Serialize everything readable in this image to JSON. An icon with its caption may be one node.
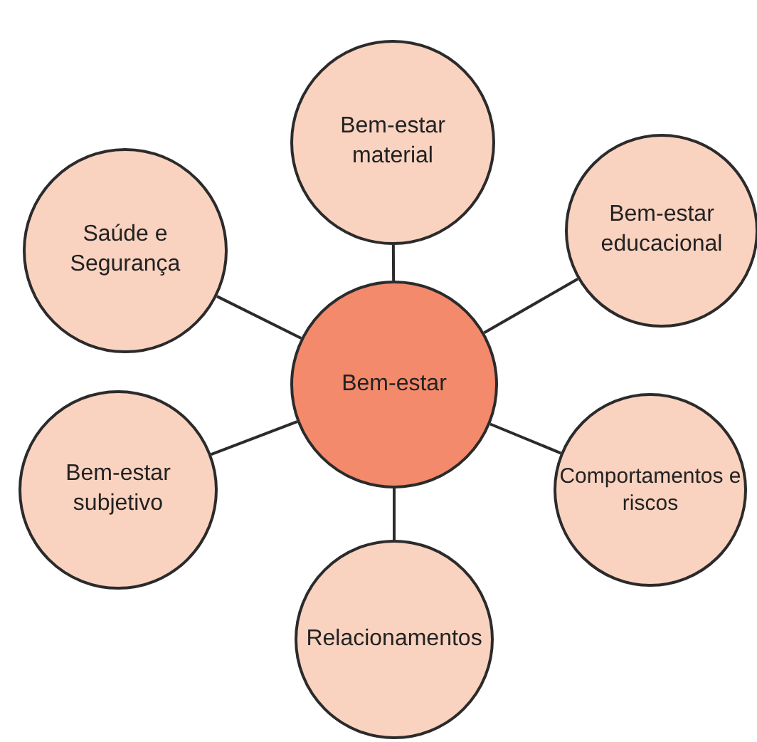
{
  "diagram": {
    "nodes": [
      {
        "text": [
          "Bem-estar material"
        ]
      },
      {
        "text": [
          "Saúde e Segurança"
        ]
      },
      {
        "text": [
          "Bem-estar educacional"
        ]
      },
      {
        "text": [
          "Bem-estar"
        ]
      },
      {
        "text": [
          "Bem-estar subjetivo"
        ]
      },
      {
        "text": [
          "Comportamentos e riscos"
        ]
      },
      {
        "text": [
          "Relacionamentos"
        ]
      }
    ],
    "edges": [
      {
        "from": 3,
        "to": 0,
        "arrow": "none"
      },
      {
        "from": 3,
        "to": 1,
        "arrow": "none"
      },
      {
        "from": 3,
        "to": 2,
        "arrow": "none"
      },
      {
        "from": 3,
        "to": 4,
        "arrow": "none"
      },
      {
        "from": 3,
        "to": 5,
        "arrow": "none"
      },
      {
        "from": 3,
        "to": 6,
        "arrow": "none"
      }
    ]
  }
}
